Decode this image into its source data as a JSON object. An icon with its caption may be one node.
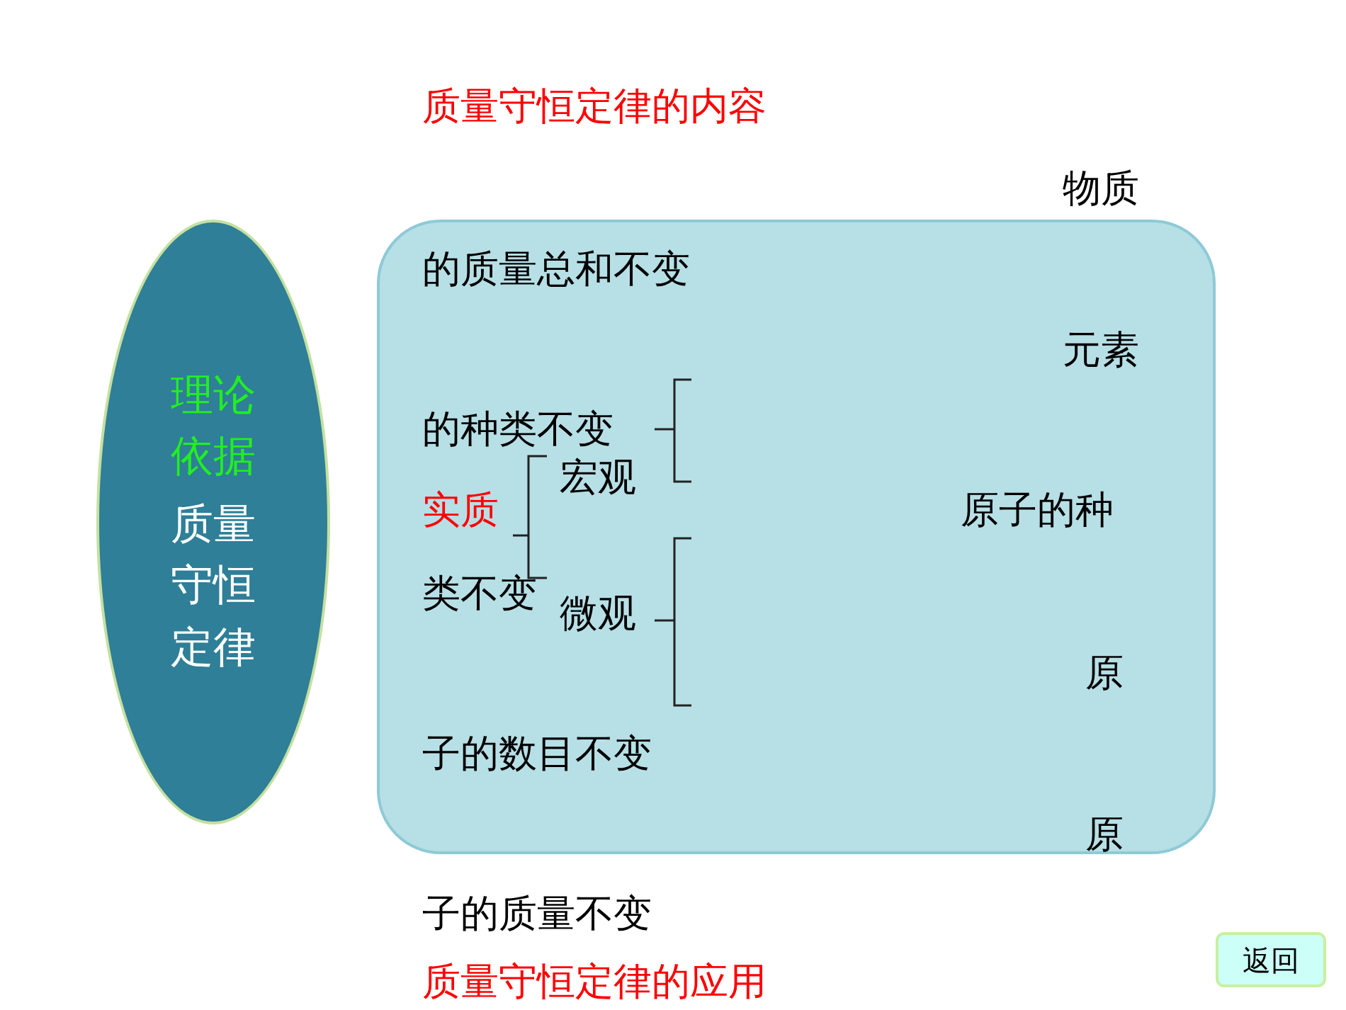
{
  "diagram": {
    "nodes": [
      {
        "text": [
          "理论依据",
          "质量守恒定律"
        ]
      },
      {
        "text": [],
        "shape": "box"
      },
      {
        "text": [
          "返回"
        ]
      }
    ],
    "edges": [],
    "labels": [
      "质量守恒定律的内容",
      "物质",
      "的质量总和不变",
      "元素",
      "的种类不变",
      "宏观",
      "实质",
      "原子的种",
      "类不变",
      "微观",
      "原",
      "子的数目不变",
      "原",
      "子的质量不变",
      "质量守恒定律的应用"
    ]
  }
}
